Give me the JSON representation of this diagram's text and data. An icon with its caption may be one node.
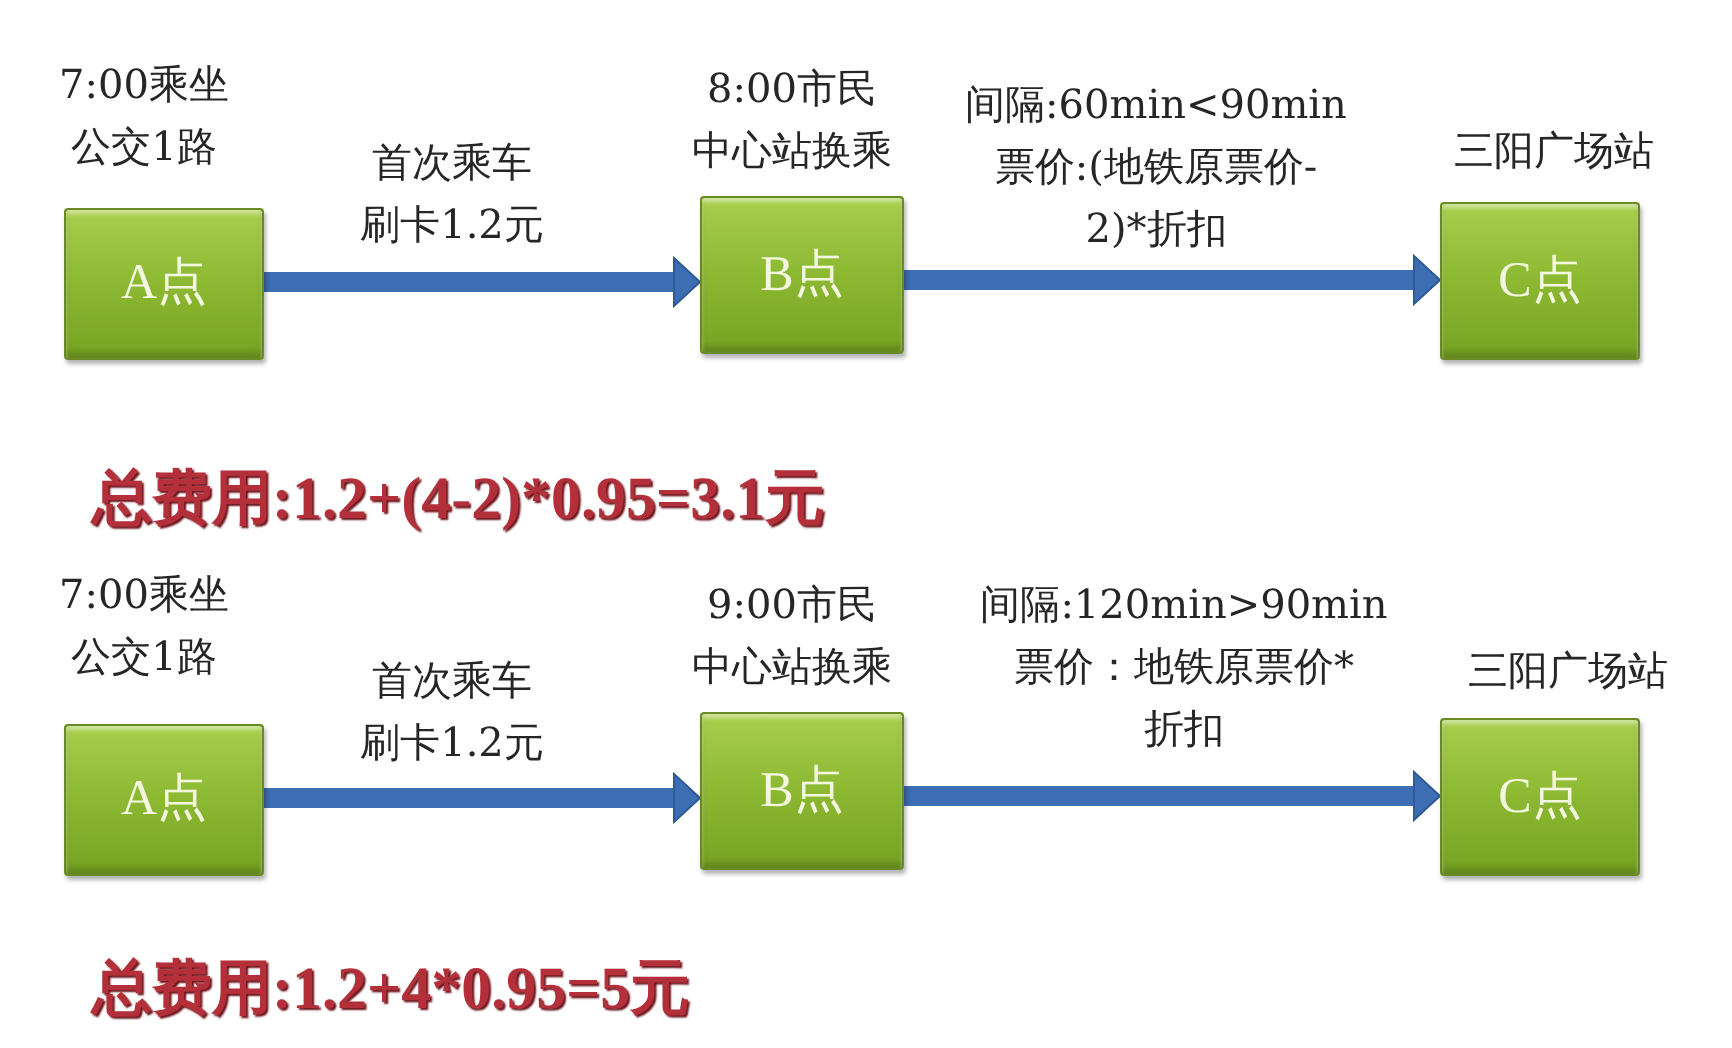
{
  "diagram": {
    "nodes": [
      {
        "text": [
          "A点"
        ],
        "beside": [
          "7:00乘坐公交1路"
        ]
      },
      {
        "text": [
          "B点"
        ],
        "beside": [
          "8:00市民中心站换乘"
        ]
      },
      {
        "text": [
          "C点"
        ],
        "beside": [
          "三阳广场站"
        ]
      },
      {
        "text": [
          "A点"
        ],
        "beside": [
          "7:00乘坐公交1路"
        ]
      },
      {
        "text": [
          "B点"
        ],
        "beside": [
          "9:00市民中心站换乘"
        ]
      },
      {
        "text": [
          "C点"
        ],
        "beside": [
          "三阳广场站"
        ]
      }
    ],
    "edges": [
      {
        "from": 0,
        "to": 1,
        "arrow": "to",
        "label": "首次乘车刷卡1.2元"
      },
      {
        "from": 1,
        "to": 2,
        "arrow": "to",
        "label": "间隔:60min<90min票价:(地铁原票价-2)*折扣"
      },
      {
        "from": 3,
        "to": 4,
        "arrow": "to",
        "label": "首次乘车刷卡1.2元"
      },
      {
        "from": 4,
        "to": 5,
        "arrow": "to",
        "label": "间隔:120min>90min票价：地铁原票价*折扣"
      }
    ],
    "labels": [
      "总费用:1.2+(4-2)*0.95=3.1元",
      "总费用:1.2+4*0.95=5元"
    ]
  }
}
